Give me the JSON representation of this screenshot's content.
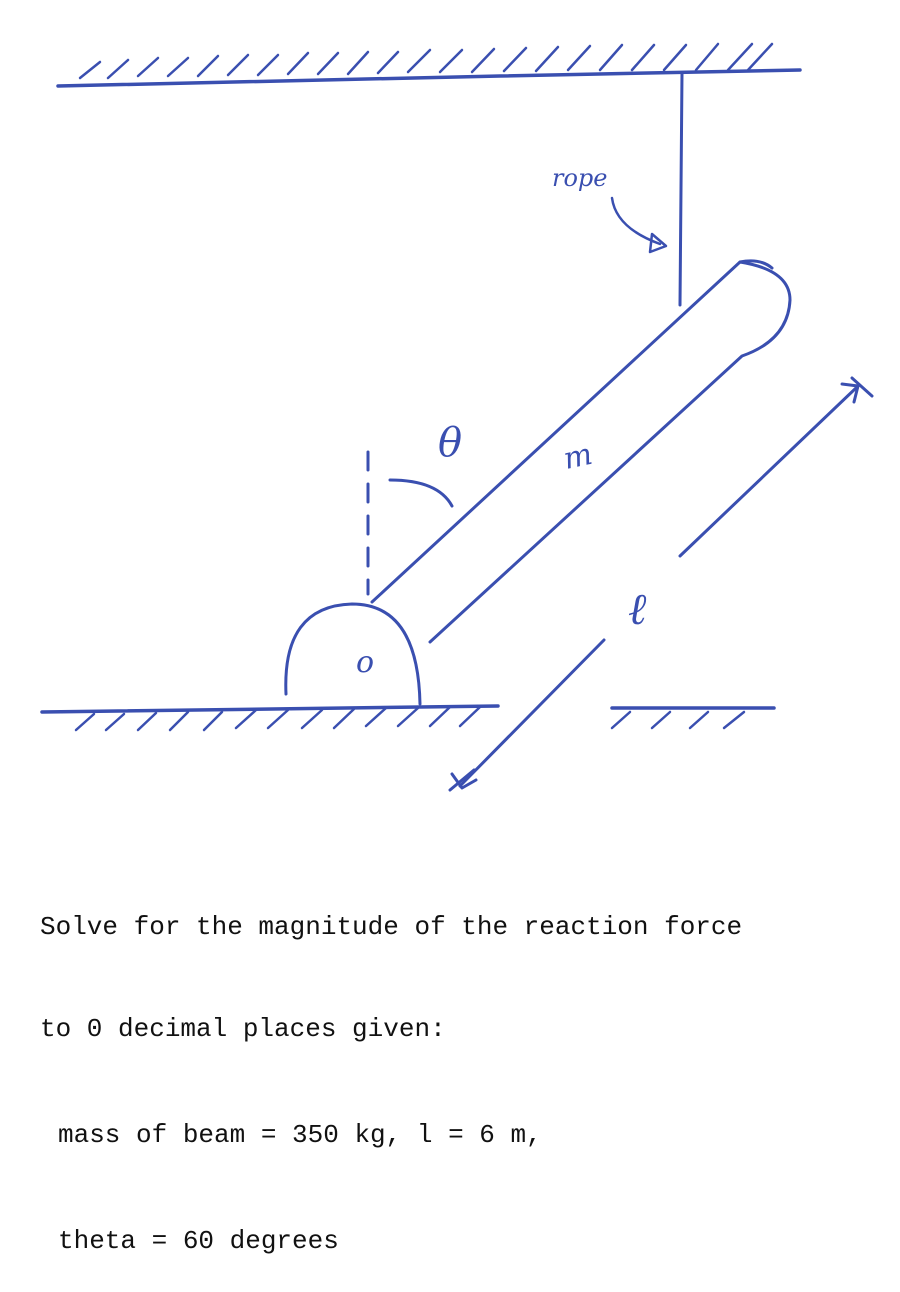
{
  "colors": {
    "ink": "#3a4fb0",
    "text": "#111111",
    "background": "#ffffff"
  },
  "diagram": {
    "rope_label": "rope",
    "mass_label": "m",
    "angle_label": "θ",
    "length_label": "ℓ",
    "pin_label": "o"
  },
  "problem": {
    "line1": "Solve for the magnitude of the reaction force",
    "line2": "to 0 decimal places given:",
    "line3": "mass of beam = 350 kg, l = 6 m,",
    "line4": "theta = 60 degrees"
  }
}
